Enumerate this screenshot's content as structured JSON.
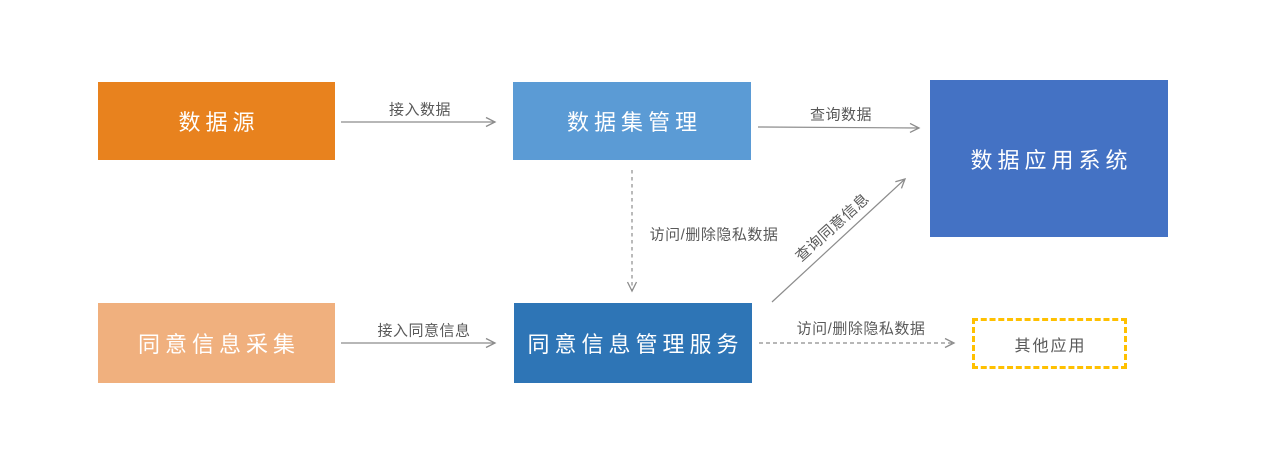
{
  "diagram": {
    "background_color": "#FFFFFF",
    "line_color": "#8C8C8C",
    "label_color": "#595959",
    "nodes": [
      {
        "id": "data-source",
        "label": "数据源",
        "fill_color": "#E8821E",
        "text_color": "#FFFFFF"
      },
      {
        "id": "dataset-management",
        "label": "数据集管理",
        "fill_color": "#5B9BD5",
        "text_color": "#FFFFFF"
      },
      {
        "id": "data-application-system",
        "label": "数据应用系统",
        "fill_color": "#4472C4",
        "text_color": "#FFFFFF"
      },
      {
        "id": "consent-info-collection",
        "label": "同意信息采集",
        "fill_color": "#F0B07E",
        "text_color": "#FFFFFF"
      },
      {
        "id": "consent-management-service",
        "label": "同意信息管理服务",
        "fill_color": "#2E75B6",
        "text_color": "#FFFFFF"
      },
      {
        "id": "other-applications",
        "label": "其他应用",
        "fill_color": "#FFFFFF",
        "border_color": "#FFC000",
        "border_style": "dashed",
        "text_color": "#595959"
      }
    ],
    "edges": [
      {
        "from": "data-source",
        "to": "dataset-management",
        "label": "接入数据",
        "style": "solid"
      },
      {
        "from": "dataset-management",
        "to": "data-application-system",
        "label": "查询数据",
        "style": "solid"
      },
      {
        "from": "dataset-management",
        "to": "consent-management-service",
        "label": "访问/删除隐私数据",
        "style": "dashed"
      },
      {
        "from": "consent-management-service",
        "to": "data-application-system",
        "label": "查询同意信息",
        "style": "solid"
      },
      {
        "from": "consent-info-collection",
        "to": "consent-management-service",
        "label": "接入同意信息",
        "style": "solid"
      },
      {
        "from": "consent-management-service",
        "to": "other-applications",
        "label": "访问/删除隐私数据",
        "style": "dashed"
      }
    ]
  }
}
